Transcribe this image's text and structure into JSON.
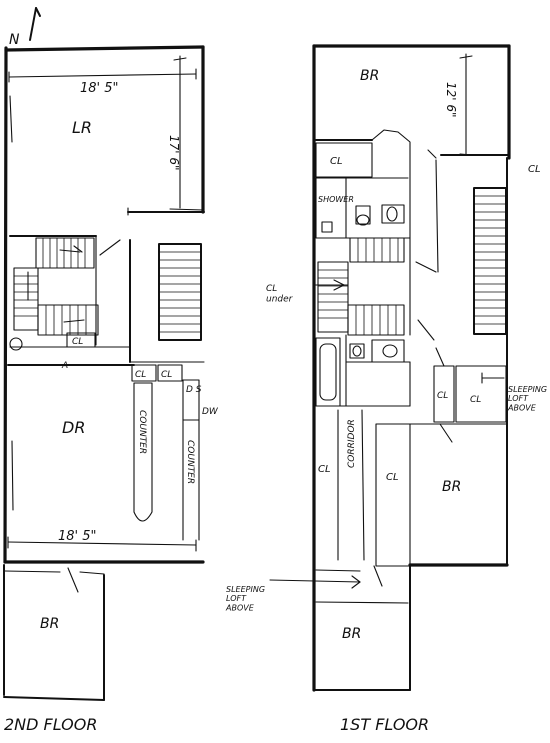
{
  "compass": {
    "north": "N"
  },
  "floor2": {
    "title": "2ND FLOOR",
    "width_top": "18' 5\"",
    "width_bottom": "18' 5\"",
    "depth_lr": "17' 6\"",
    "rooms": {
      "lr": "LR",
      "dr": "DR",
      "br": "BR"
    },
    "closet": "CL",
    "closet_a": "CL",
    "closet_b": "CL",
    "counter1": "COUNTER",
    "counter2": "COUNTER",
    "dw": "DW",
    "ds": "D S",
    "a_mark": "A"
  },
  "floor1": {
    "title": "1ST FLOOR",
    "depth_br": "12' 6\"",
    "rooms": {
      "br_top": "BR",
      "br_right": "BR",
      "br_bottom": "BR"
    },
    "shower": "SHOWER",
    "cl_top": "CL",
    "cl_outside": "CL",
    "cl_under": "CL\nunder",
    "sleep_loft": "SLEEPING\nLOFT\nABOVE",
    "cl_loft1": "CL",
    "cl_loft2": "CL",
    "cl_left": "CL",
    "cl_corr": "CL",
    "corridor": "CORRIDOR",
    "sleep_loft_bottom": "SLEEPING\nLOFT\nABOVE"
  }
}
